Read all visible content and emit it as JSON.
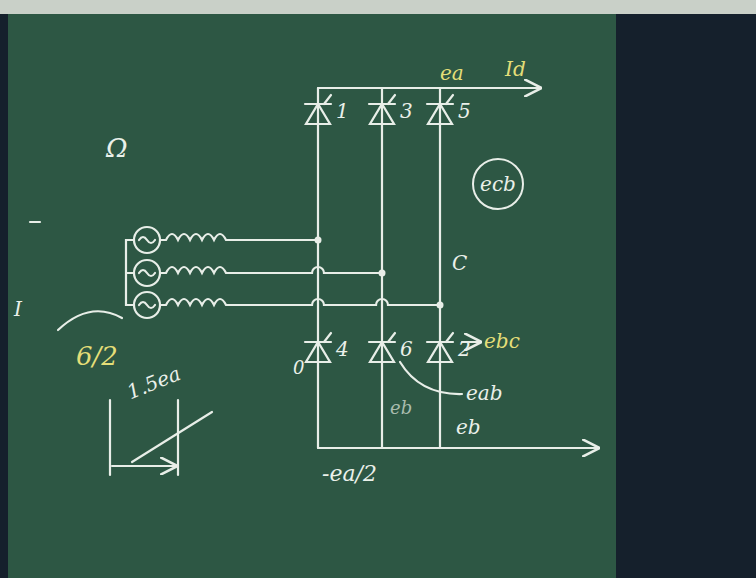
{
  "diagram": {
    "nodes": [
      {
        "text": [
          "ecb"
        ]
      }
    ],
    "labels": [
      "Ω",
      "Id",
      "ea",
      "1",
      "3",
      "5",
      "C",
      "ebc",
      "4",
      "6",
      "2",
      "0",
      "eab",
      "eb",
      "eb",
      "-ea/2",
      "6/2",
      "1.5ea",
      "I"
    ]
  }
}
